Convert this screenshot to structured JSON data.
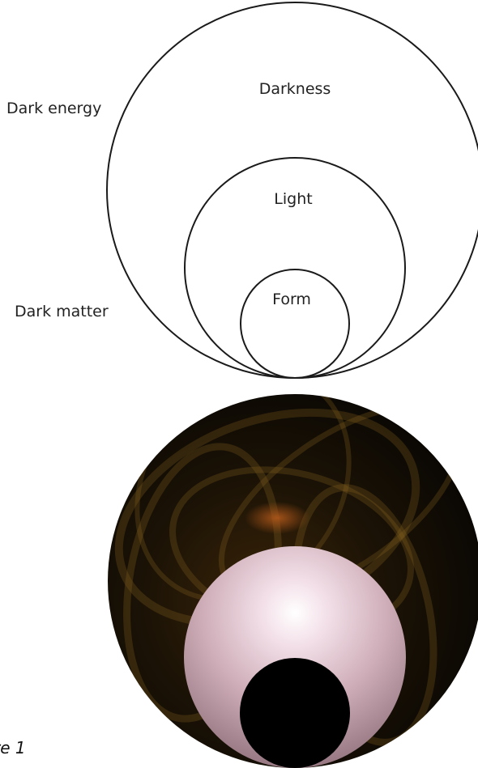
{
  "diagram": {
    "labels": {
      "darkness": "Darkness",
      "light": "Light",
      "form": "Form",
      "dark_energy": "Dark energy",
      "dark_matter": "Dark matter"
    },
    "stroke_color": "#1a1a1a"
  },
  "illustration": {
    "outer_color": "#050302",
    "swirl_color": "#8a6420",
    "glow_color": "#ffffff",
    "light_tint": "#d8b8c4",
    "form_color": "#000000"
  },
  "caption": "re 1"
}
